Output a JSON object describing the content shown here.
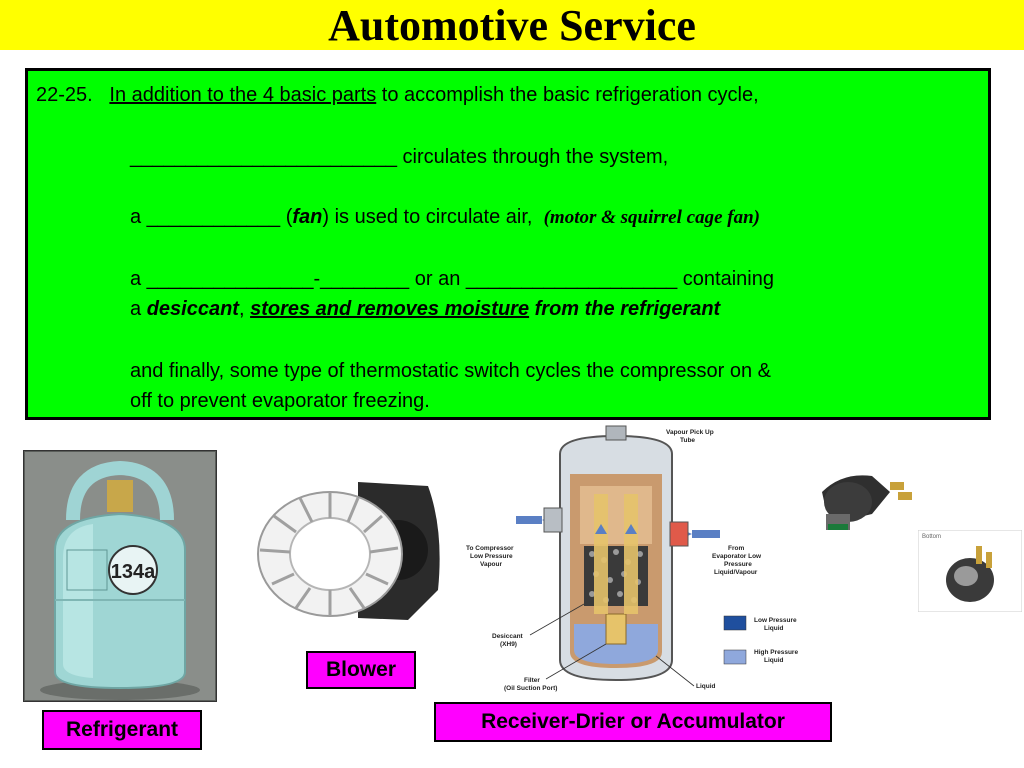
{
  "slide": {
    "title": "Automotive Service"
  },
  "content": {
    "number": "22-25.",
    "intro_underlined": "In addition to the 4 basic parts",
    "intro_rest": " to accomplish the basic refrigeration cycle,",
    "line2": "________________________  circulates through the system,",
    "line3_a": "a ____________ (",
    "line3_fan": "fan",
    "line3_b": ") is used to circulate air,",
    "line3_note": "(motor & squirrel cage fan)",
    "line4": "a _______________-________ or an ___________________ containing",
    "line5_a": "a ",
    "line5_desiccant": "desiccant",
    "line5_comma": ", ",
    "line5_stores": "stores and removes moisture",
    "line5_rest": " from the refrigerant",
    "line6": "and finally, some type of  thermostatic switch cycles the compressor on &",
    "line7": "off to prevent evaporator freezing."
  },
  "labels": {
    "refrigerant": "Refrigerant",
    "blower": "Blower",
    "receiver": "Receiver-Drier or Accumulator"
  },
  "tank": {
    "badge": "134a"
  },
  "diagram": {
    "vapour_pickup": "Vapour Pick Up",
    "tube": "Tube",
    "to_compressor_1": "To Compressor",
    "to_compressor_2": "Low Pressure",
    "to_compressor_3": "Vapour",
    "from_evap_1": "From",
    "from_evap_2": "Evaporator Low",
    "from_evap_3": "Pressure",
    "from_evap_4": "Liquid/Vapour",
    "desiccant_1": "Desiccant",
    "desiccant_2": "(XH9)",
    "filter_1": "Filter",
    "filter_2": "(Oil Suction Port)",
    "liquid": "Liquid",
    "legend_low_1": "Low Pressure",
    "legend_low_2": "Liquid",
    "legend_high_1": "High Pressure",
    "legend_high_2": "Liquid",
    "legend_low_color": "#1f4f9e",
    "legend_high_color": "#8fa8dc"
  },
  "switch_photo": {
    "caption": "Bottom"
  },
  "colors": {
    "title_bg": "#ffff00",
    "box_bg": "#00ff00",
    "label_bg": "#ff00ff"
  }
}
